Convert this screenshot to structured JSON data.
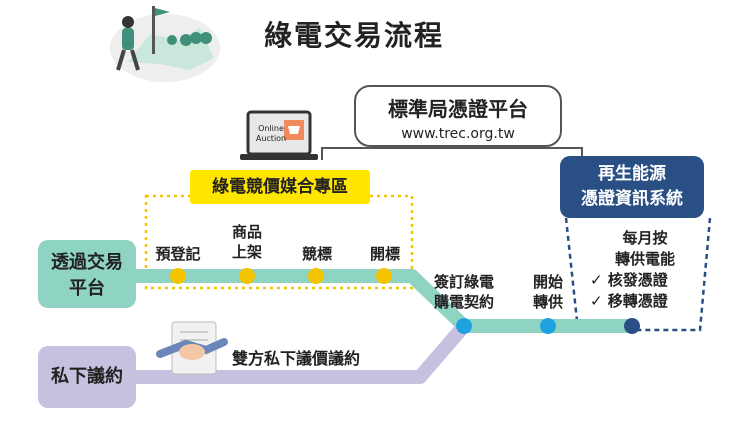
{
  "title": "綠電交易流程",
  "trec": {
    "name": "標準局憑證平台",
    "url": "www.trec.org.tw"
  },
  "auction_screen": {
    "line1": "Online",
    "line2": "Auction"
  },
  "platform_tag": "綠電競價媒合專區",
  "trade_box": {
    "line1": "透過交易",
    "line2": "平台"
  },
  "private_box": "私下議約",
  "steps": {
    "register": "預登記",
    "listing": {
      "line1": "商品",
      "line2": "上架"
    },
    "bid": "競標",
    "open": "開標",
    "contract": {
      "line1": "簽訂綠電",
      "line2": "購電契約"
    },
    "start": {
      "line1": "開始",
      "line2": "轉供"
    }
  },
  "cert_system": {
    "line1": "再生能源",
    "line2": "憑證資訊系統"
  },
  "cert_list": {
    "line1": "每月按",
    "line2": "轉供電能",
    "item1": "✓ 核發憑證",
    "item2": "✓ 移轉憑證"
  },
  "private_label": "雙方私下議價議約",
  "colors": {
    "teal": "#8fd3c3",
    "lavender": "#c8c0df",
    "navy": "#2a4f85",
    "yellow": "#ffe600",
    "dot_yellow": "#f5c400",
    "dot_blue": "#1fa3e0"
  }
}
